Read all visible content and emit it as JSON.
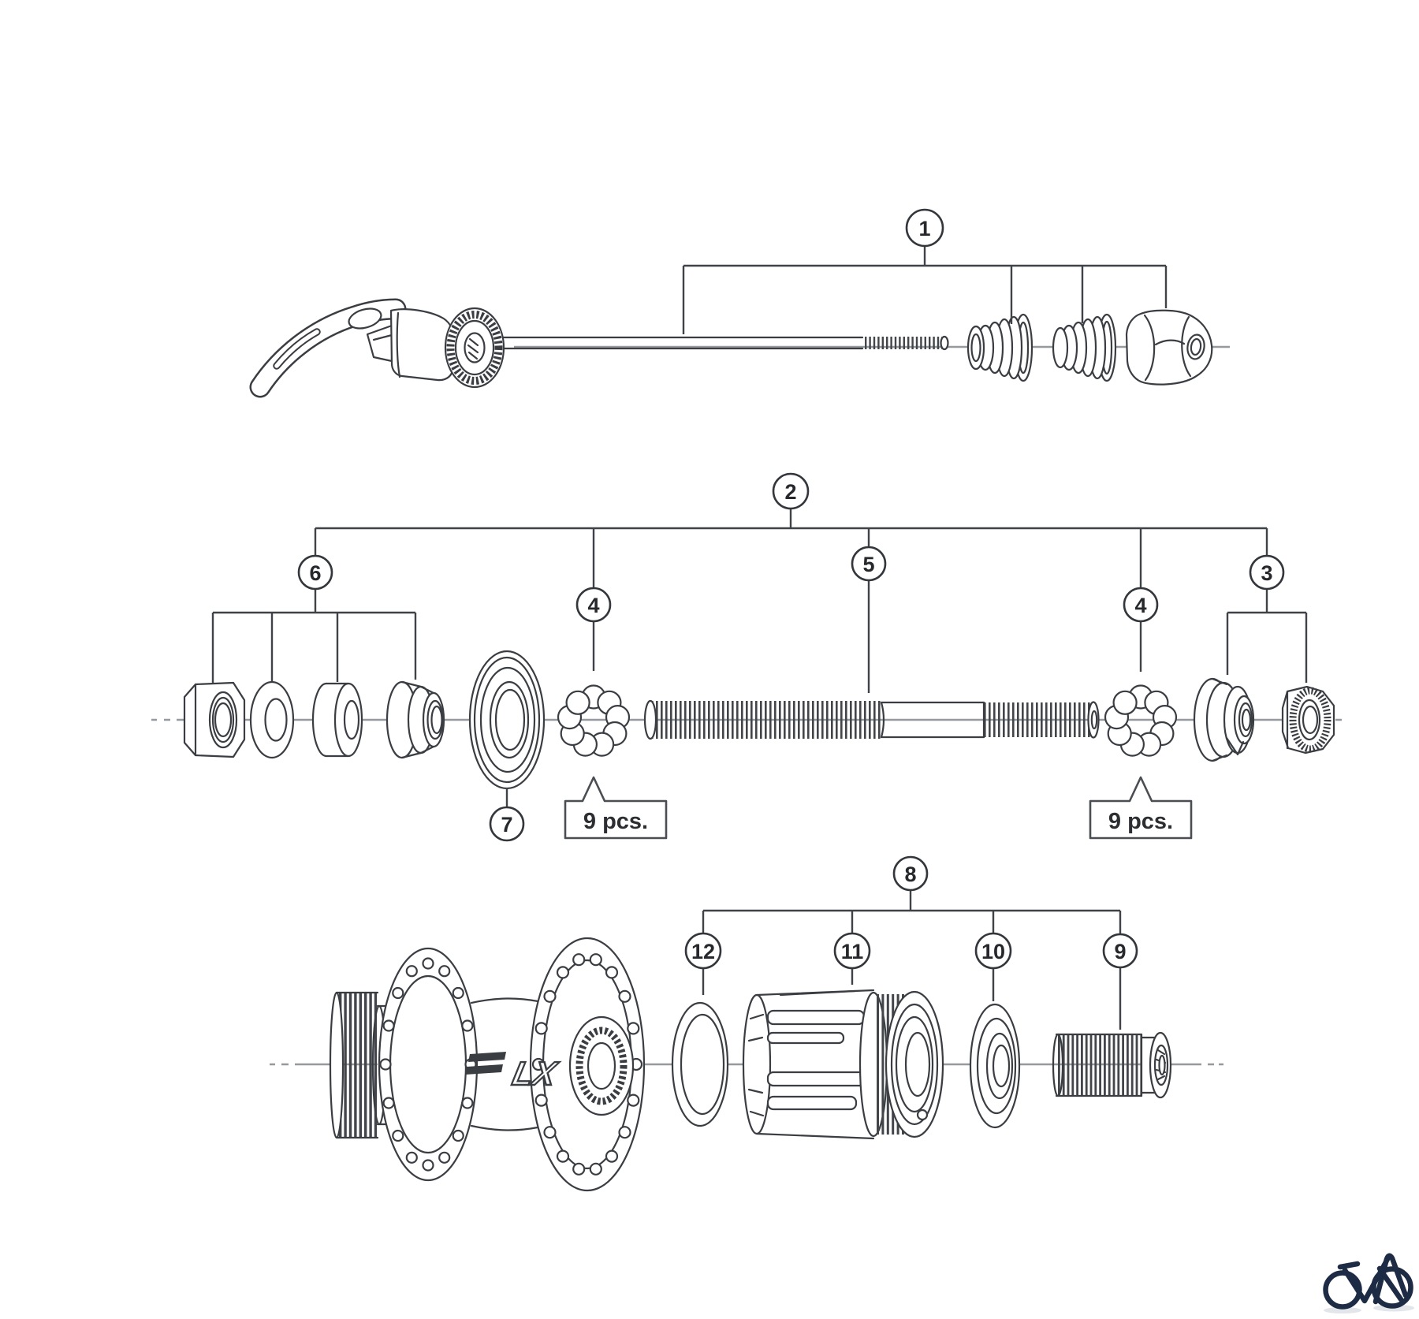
{
  "callouts": {
    "c1": "1",
    "c2": "2",
    "c3": "3",
    "c4_left": "4",
    "c4_right": "4",
    "c5": "5",
    "c6": "6",
    "c7": "7",
    "c8": "8",
    "c9": "9",
    "c10": "10",
    "c11": "11",
    "c12": "12"
  },
  "labels": {
    "bearing_count_left": "9 pcs.",
    "bearing_count_right": "9 pcs."
  },
  "hub": {
    "logo_text": "LX"
  },
  "colors": {
    "line": "#3a3d42",
    "centerline": "#96999e",
    "logo": "#1d2b45",
    "label_text": "#2c2e31"
  }
}
